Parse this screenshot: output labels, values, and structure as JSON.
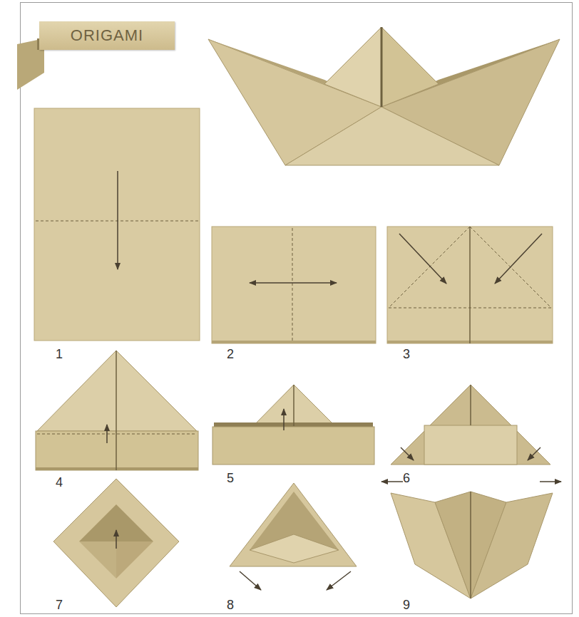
{
  "diagram": {
    "nodes": [
      {
        "text": [
          "ORIGAMI"
        ]
      }
    ],
    "labels": [
      "1",
      "2",
      "3",
      "4",
      "5",
      "6",
      "7",
      "8",
      "9"
    ]
  }
}
